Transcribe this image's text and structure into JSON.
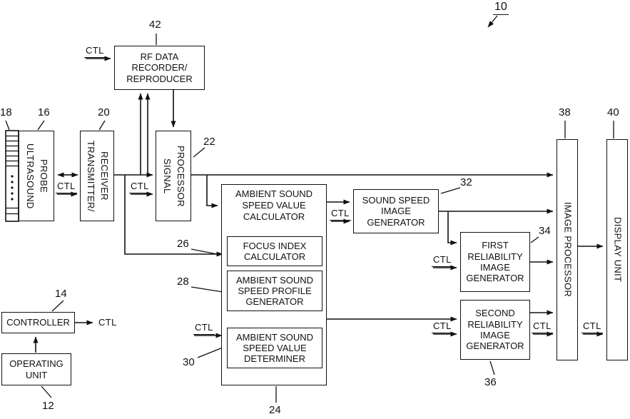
{
  "figure": {
    "number": "10"
  },
  "ctl": "CTL",
  "blocks": {
    "rf_recorder": {
      "label": "RF DATA\nRECORDER/\nREPRODUCER",
      "ref": "42"
    },
    "probe_array": {
      "ref": "18"
    },
    "ultrasound_probe": {
      "label": "ULTRASOUND\nPROBE",
      "ref": "16"
    },
    "transmitter_receiver": {
      "label": "TRANSMITTER/\nRECEIVER",
      "ref": "20"
    },
    "signal_processor": {
      "label": "SIGNAL\nPROCESSOR",
      "ref": "22"
    },
    "ambient_calculator": {
      "label": "AMBIENT SOUND\nSPEED VALUE\nCALCULATOR",
      "ref": "24"
    },
    "focus_index": {
      "label": "FOCUS INDEX\nCALCULATOR",
      "ref": "26"
    },
    "speed_profile": {
      "label": "AMBIENT SOUND\nSPEED PROFILE\nGENERATOR",
      "ref": "28"
    },
    "speed_determiner": {
      "label": "AMBIENT SOUND\nSPEED VALUE\nDETERMINER",
      "ref": "30"
    },
    "sound_speed_image": {
      "label": "SOUND SPEED\nIMAGE\nGENERATOR",
      "ref": "32"
    },
    "first_reliability": {
      "label": "FIRST\nRELIABILITY\nIMAGE\nGENERATOR",
      "ref": "34"
    },
    "second_reliability": {
      "label": "SECOND\nRELIABILITY\nIMAGE\nGENERATOR",
      "ref": "36"
    },
    "image_processor": {
      "label": "IMAGE PROCESSOR",
      "ref": "38"
    },
    "display_unit": {
      "label": "DISPLAY UNIT",
      "ref": "40"
    },
    "controller": {
      "label": "CONTROLLER",
      "ref": "14"
    },
    "operating_unit": {
      "label": "OPERATING\nUNIT",
      "ref": "12"
    }
  },
  "colors": {
    "line": "#111111",
    "background": "#ffffff"
  }
}
